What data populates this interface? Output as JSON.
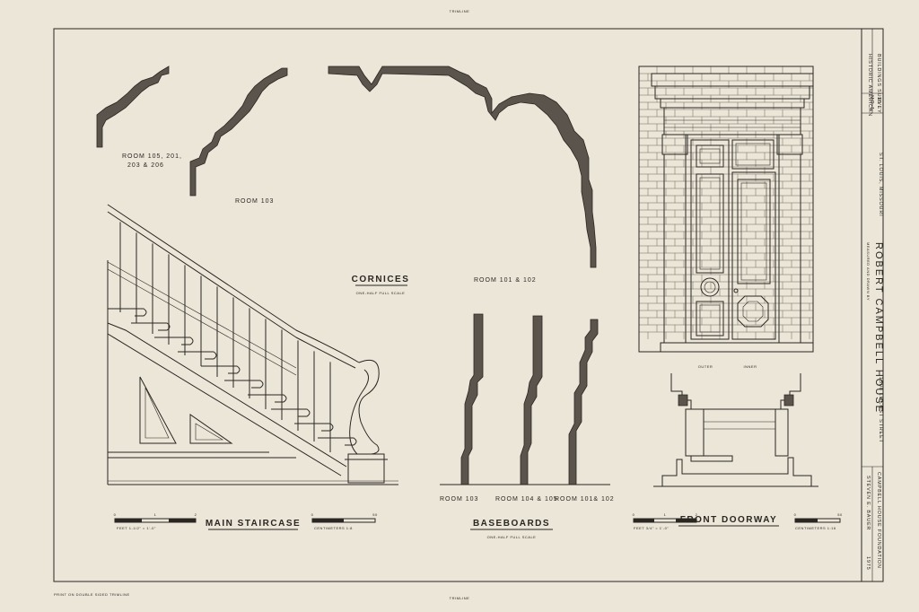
{
  "sheet": {
    "top_note": "TRIMLINE",
    "bottom_note": "TRIMLINE",
    "bottom_left_note": "PRINT ON DOUBLE SIDED TRIMLINE"
  },
  "cornices": {
    "title": "CORNICES",
    "scale": "ONE-HALF FULL SCALE",
    "room_a_line1": "ROOM 105, 201,",
    "room_a_line2": "203 & 206",
    "room_b": "ROOM 103",
    "room_c": "ROOM 101 & 102"
  },
  "staircase": {
    "title": "MAIN STAIRCASE",
    "scale_feet": "FEET 1-1/2\" = 1'-0\"",
    "scale_cm": "CENTIMETERS 1:8",
    "ticks_feet": [
      "0",
      "1",
      "2"
    ],
    "ticks_cm": [
      "0",
      "50"
    ]
  },
  "baseboards": {
    "title": "BASEBOARDS",
    "scale": "ONE-HALF FULL SCALE",
    "room_a": "ROOM 103",
    "room_b": "ROOM 104 & 105",
    "room_c": "ROOM 101& 102"
  },
  "doorway": {
    "title": "FRONT DOORWAY",
    "outer": "OUTER",
    "inner": "INNER",
    "scale_feet": "FEET 3/4\" = 1'-0\"",
    "scale_cm": "CENTIMETERS 1:16",
    "ticks_feet": [
      "0",
      "1",
      "2"
    ],
    "ticks_cm": [
      "0",
      "50"
    ]
  },
  "title_block": {
    "building": "ROBERT CAMPBELL HOUSE",
    "address": "1508 LOCUST STREET",
    "city": "ST. LOUIS, MISSOURI",
    "survey_line1": "HISTORIC AMERICAN",
    "survey_line2": "BUILDINGS SURVEY",
    "survey_no": "MO-1",
    "sheet_no": "10",
    "delineator": "STEVEN E. BAUER",
    "year": "1975",
    "sponsor": "CAMPBELL HOUSE FOUNDATION",
    "agency": "MEASURED AND DRAWN BY"
  }
}
